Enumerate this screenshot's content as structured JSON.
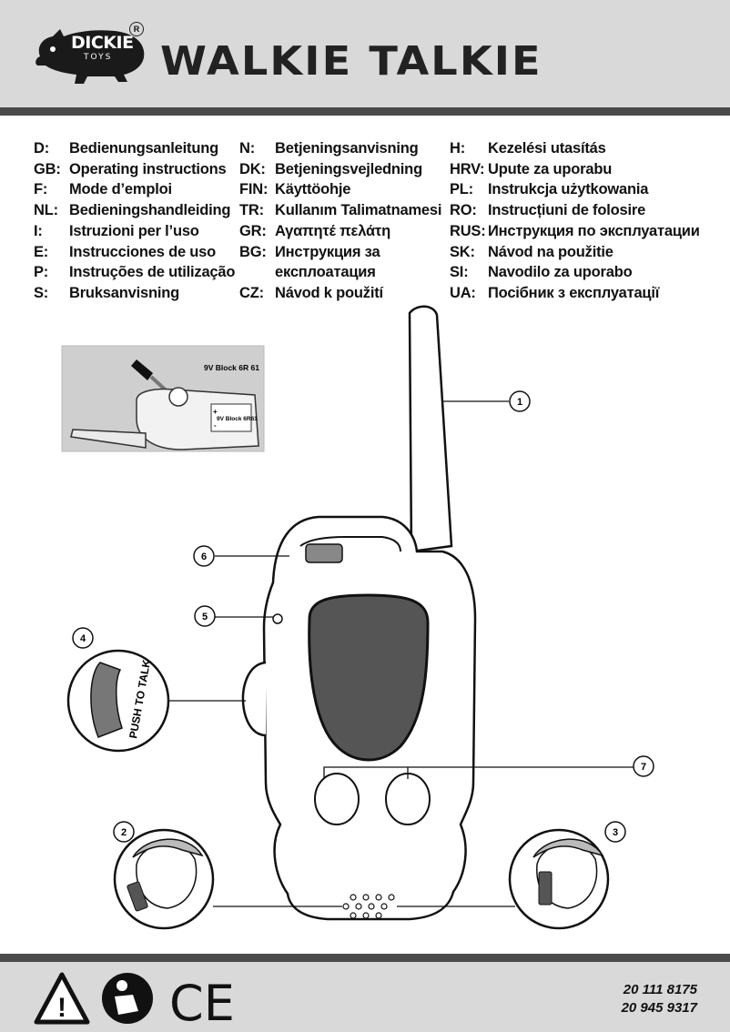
{
  "brand": {
    "name": "DICKIE",
    "sub": "TOYS",
    "registered": "R"
  },
  "title": "WALKIE TALKIE",
  "languages": {
    "col1": [
      {
        "code": "D:",
        "label": "Bedienungsanleitung"
      },
      {
        "code": "GB:",
        "label": "Operating instructions"
      },
      {
        "code": "F:",
        "label": "Mode d’emploi"
      },
      {
        "code": "NL:",
        "label": "Bedieningshandleiding"
      },
      {
        "code": "I:",
        "label": "Istruzioni per l’uso"
      },
      {
        "code": "E:",
        "label": "Instrucciones de uso"
      },
      {
        "code": "P:",
        "label": "Instruções de utilização"
      },
      {
        "code": "S:",
        "label": "Bruksanvisning"
      }
    ],
    "col2": [
      {
        "code": "N:",
        "label": "Betjeningsanvisning"
      },
      {
        "code": "DK:",
        "label": "Betjeningsvejledning"
      },
      {
        "code": "FIN:",
        "label": "Käyttöohje"
      },
      {
        "code": "TR:",
        "label": "Kullanım Talimatnamesi"
      },
      {
        "code": "GR:",
        "label": "Αγαπητέ πελάτη"
      },
      {
        "code": "BG:",
        "label": "Инструкция за"
      },
      {
        "code": "",
        "label": "експлоатация"
      },
      {
        "code": "CZ:",
        "label": "Návod k použití"
      }
    ],
    "col3": [
      {
        "code": "H:",
        "label": "Kezelési utasítás"
      },
      {
        "code": "HRV:",
        "label": "Upute za uporabu"
      },
      {
        "code": "PL:",
        "label": "Instrukcja użytkowania"
      },
      {
        "code": "RO:",
        "label": "Instrucțiuni de folosire"
      },
      {
        "code": "RUS:",
        "label": "Инструкция по эксплуатации"
      },
      {
        "code": "SK:",
        "label": "Návod na použitie"
      },
      {
        "code": "SI:",
        "label": "Navodilo za uporabo"
      },
      {
        "code": "UA:",
        "label": "Посібник з експлуатації"
      }
    ]
  },
  "battery_inset": {
    "label_top": "9V Block 6R 61",
    "label_battery": "9V Block 6R61",
    "plus": "+",
    "minus": "-"
  },
  "ptt_label": "PUSH TO TALK",
  "callouts": [
    "1",
    "2",
    "3",
    "4",
    "5",
    "6",
    "7"
  ],
  "footer": {
    "icons": [
      "warning-icon",
      "read-manual-icon",
      "ce-mark-icon"
    ],
    "ce": "CE",
    "warning_mark": "!",
    "article_numbers": [
      "20 111 8175",
      "20 945 9317"
    ]
  },
  "colors": {
    "header_bg": "#d9d9d9",
    "bar": "#4a4a4a",
    "screen": "#555555"
  }
}
